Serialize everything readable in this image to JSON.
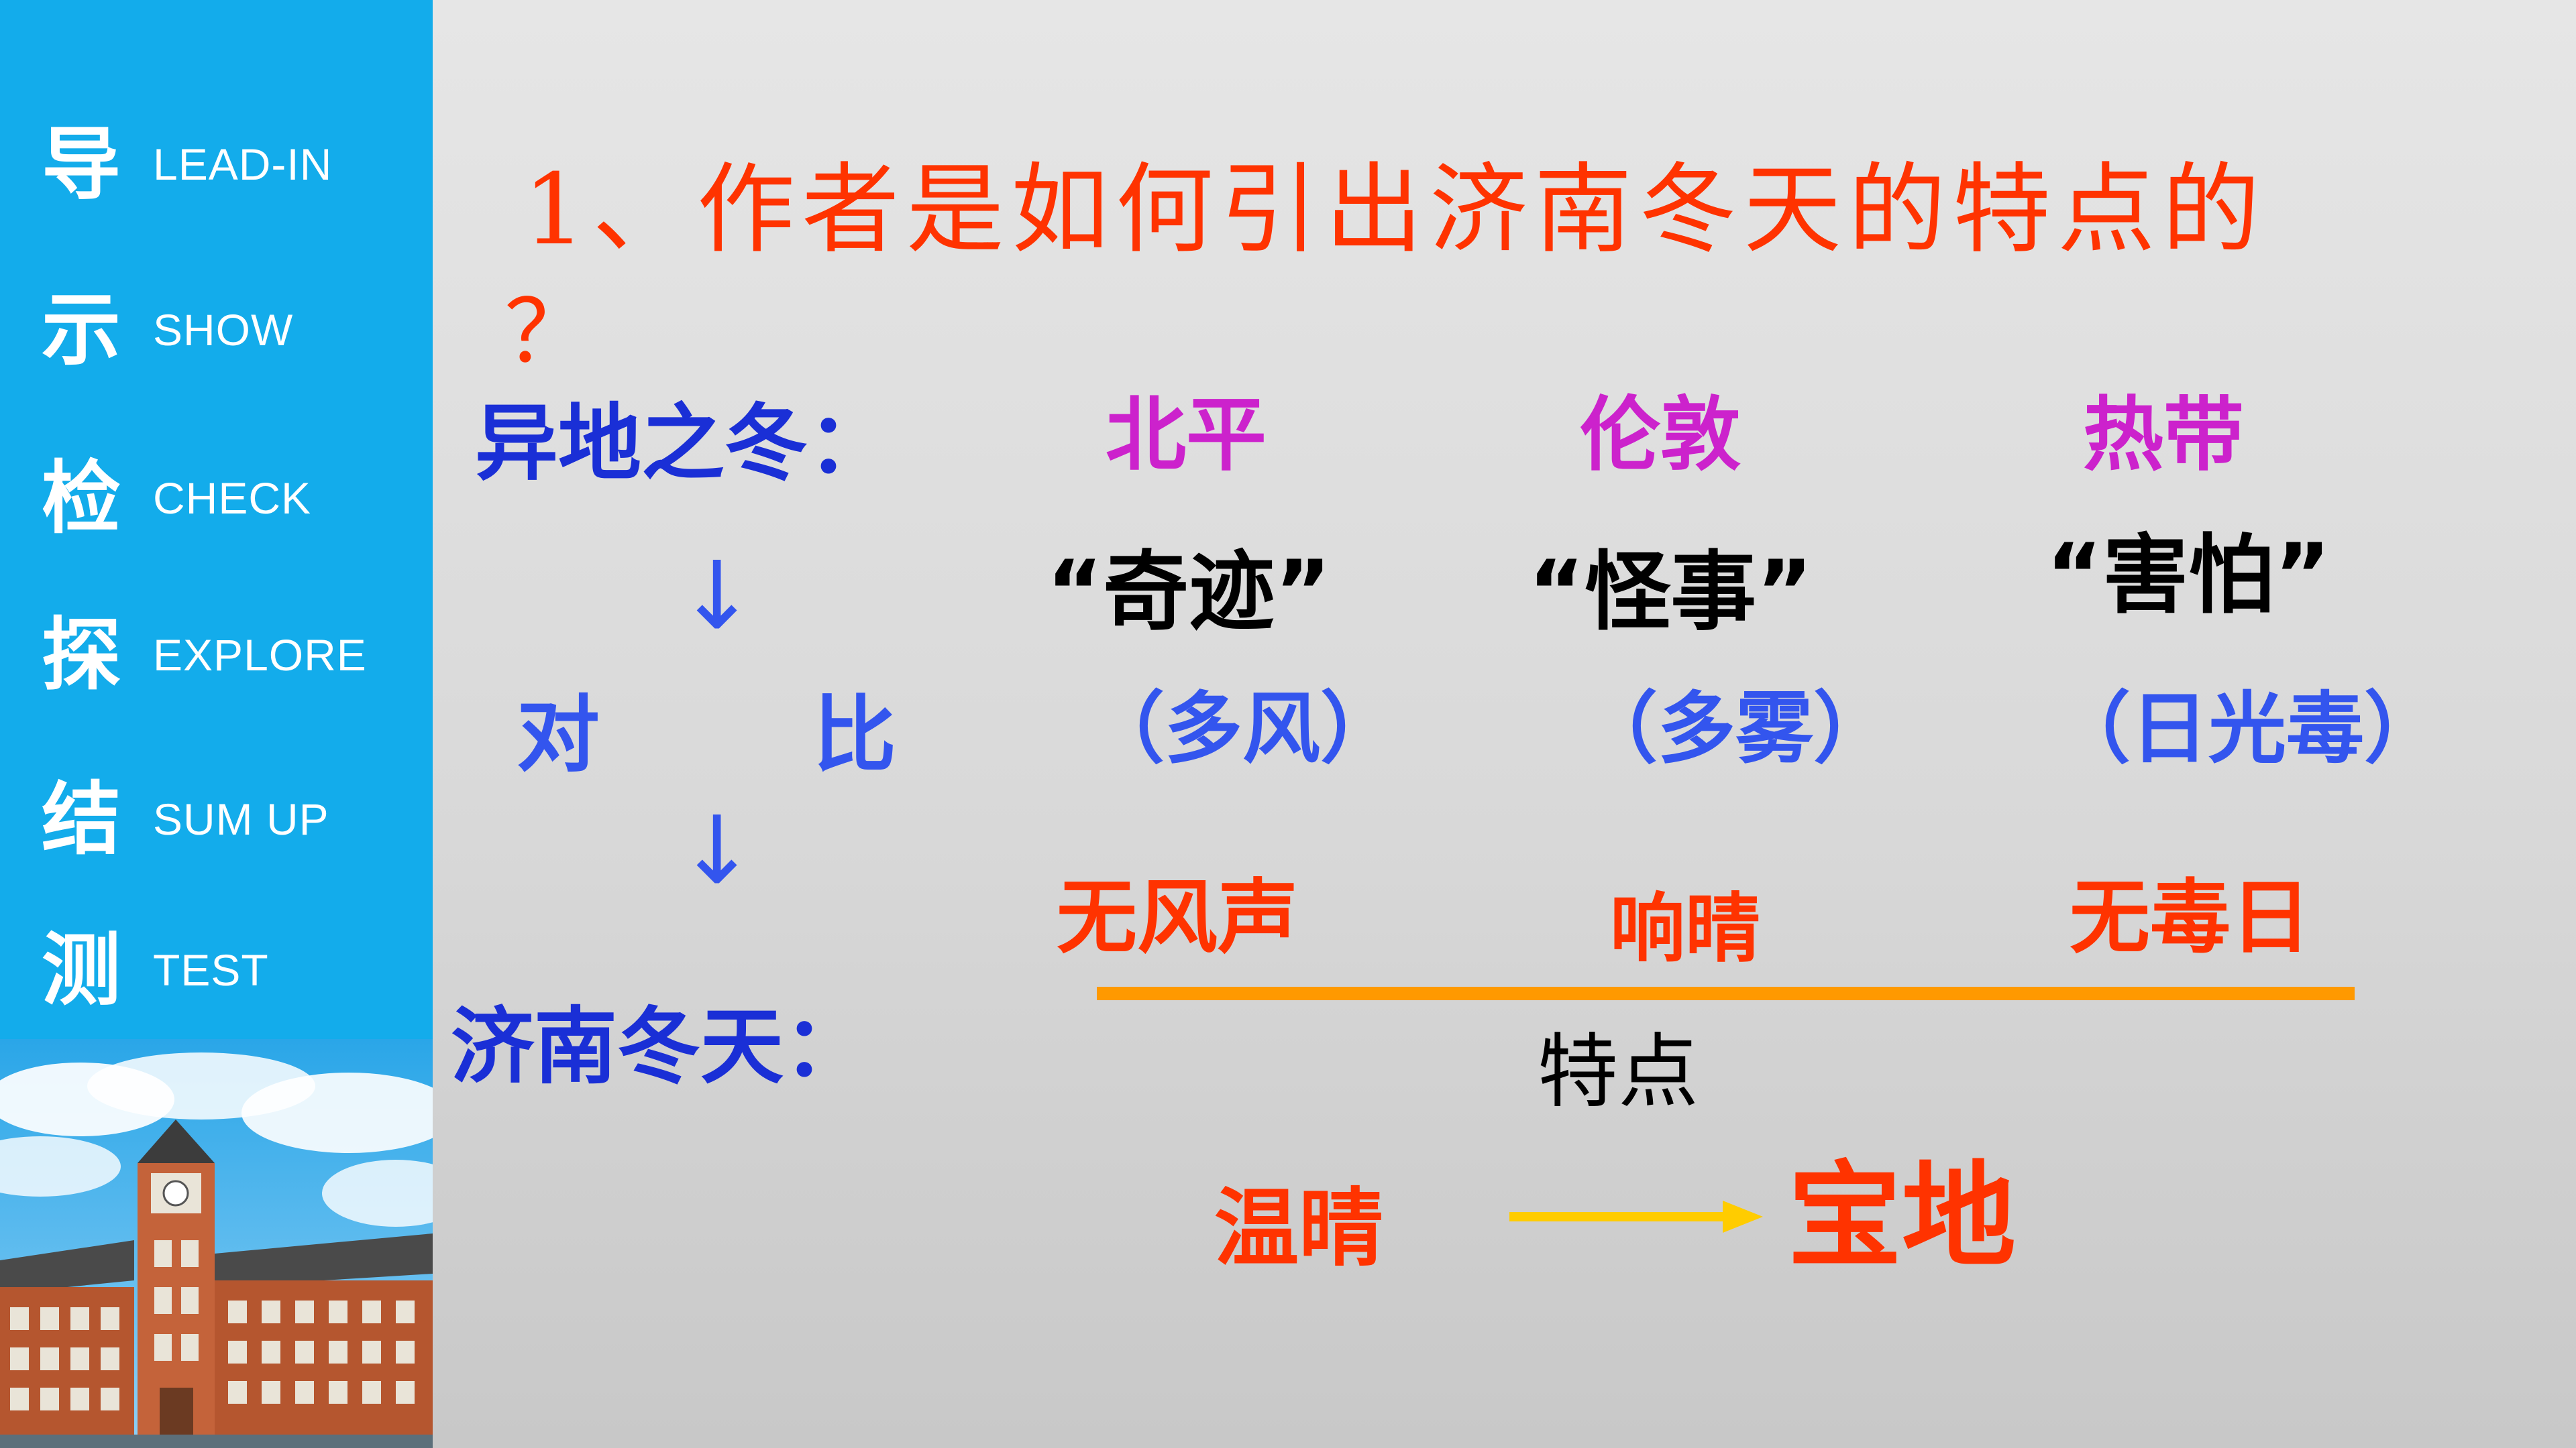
{
  "sidebar": {
    "items": [
      {
        "char": "导",
        "label": "LEAD-IN"
      },
      {
        "char": "示",
        "label": "SHOW"
      },
      {
        "char": "检",
        "label": "CHECK"
      },
      {
        "char": "探",
        "label": "EXPLORE"
      },
      {
        "char": "结",
        "label": "SUM UP"
      },
      {
        "char": "测",
        "label": "TEST"
      }
    ]
  },
  "question": {
    "title": "1、作者是如何引出济南冬天的特点的",
    "mark": "？"
  },
  "diagram": {
    "left_top": "异地之冬：",
    "compare": [
      "对",
      "比"
    ],
    "left_bottom": "济南冬天：",
    "arrow": "↓",
    "places": [
      "北平",
      "伦敦",
      "热带"
    ],
    "descriptors": [
      "“奇迹”",
      "“怪事”",
      "“害怕”"
    ],
    "reasons": [
      "（多风）",
      "（多雾）",
      "（日光毒）"
    ],
    "jinan_traits": [
      "无风声",
      "响晴",
      "无毒日"
    ],
    "feature_label": "特点",
    "conclusion_start": "温晴",
    "conclusion_end": "宝地"
  },
  "colors": {
    "sidebar": "#13aceb",
    "title": "#ff3300",
    "heading_blue": "#1a2fd6",
    "place_magenta": "#cc22cc",
    "underline_orange": "#ff9900",
    "arrow_yellow": "#ffcc00"
  }
}
